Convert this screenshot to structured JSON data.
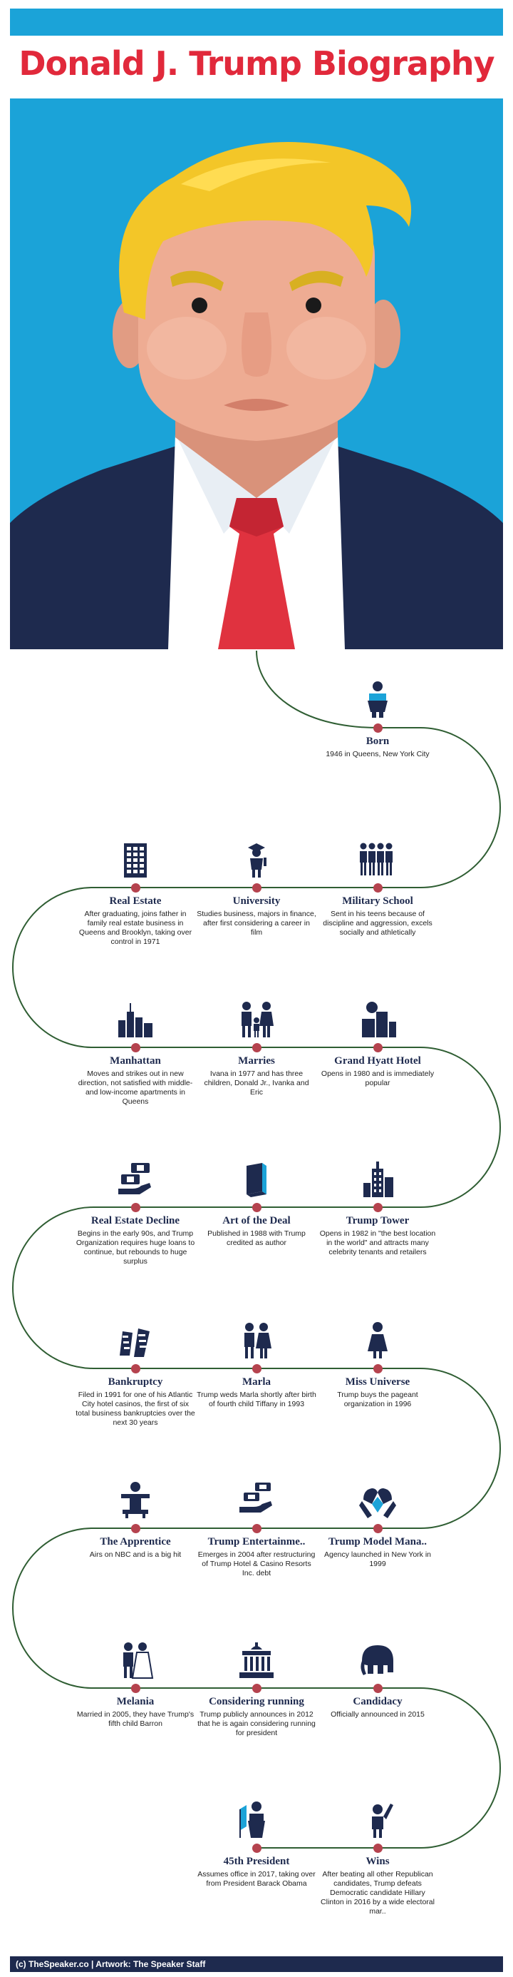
{
  "header": {
    "title": "Donald J. Trump Biography"
  },
  "colors": {
    "blue": "#1ba3d8",
    "red": "#e1293b",
    "navy": "#1e2a4e",
    "hair": "#f3c628",
    "skin": "#eeac93",
    "line": "#2f5e33",
    "dot": "#b5434e"
  },
  "events": [
    {
      "title": "Born",
      "desc": "1946 in Queens, New York City",
      "icon": "baby-icon"
    },
    {
      "title": "Real Estate",
      "desc": "After graduating, joins father in family real estate business in Queens and Brooklyn, taking over control in 1971",
      "icon": "building-icon"
    },
    {
      "title": "University",
      "desc": "Studies business, majors in finance, after first considering a career in film",
      "icon": "graduate-icon"
    },
    {
      "title": "Military School",
      "desc": "Sent in his teens because of discipline and aggression, excels socially and athletically",
      "icon": "soldiers-icon"
    },
    {
      "title": "Manhattan",
      "desc": "Moves and strikes out in new direction, not satisfied with middle- and low-income apartments in Queens",
      "icon": "skyline-icon"
    },
    {
      "title": "Marries",
      "desc": "Ivana in 1977 and has three children, Donald Jr., Ivanka and Eric",
      "icon": "family-icon"
    },
    {
      "title": "Grand Hyatt Hotel",
      "desc": "Opens in 1980 and is immediately popular",
      "icon": "hotel-icon"
    },
    {
      "title": "Real Estate Decline",
      "desc": "Begins in the early 90s, and Trump Organization requires huge loans to continue, but rebounds to huge surplus",
      "icon": "money-hand-icon"
    },
    {
      "title": "Art of the Deal",
      "desc": "Published in 1988 with Trump credited as author",
      "icon": "book-icon"
    },
    {
      "title": "Trump Tower",
      "desc": "Opens in 1982 in \"the best location in the world\" and attracts many celebrity tenants and retailers",
      "icon": "tower-icon"
    },
    {
      "title": "Bankruptcy",
      "desc": "Filed in 1991 for one of his Atlantic City hotel casinos, the first of six total business bankruptcies over the next 30 years",
      "icon": "collapse-icon"
    },
    {
      "title": "Marla",
      "desc": "Trump weds Marla shortly after birth of fourth child Tiffany in 1993",
      "icon": "couple-icon"
    },
    {
      "title": "Miss Universe",
      "desc": "Trump buys the pageant organization in 1996",
      "icon": "woman-icon"
    },
    {
      "title": "The Apprentice",
      "desc": "Airs on NBC and is a big hit",
      "icon": "presenter-icon"
    },
    {
      "title": "Trump Entertainme..",
      "desc": "Emerges in 2004 after restructuring of Trump Hotel & Casino Resorts Inc. debt",
      "icon": "casino-icon"
    },
    {
      "title": "Trump Model Mana..",
      "desc": "Agency launched in New York in 1999",
      "icon": "heart-hands-icon"
    },
    {
      "title": "Melania",
      "desc": "Married in 2005, they have Trump's fifth child Barron",
      "icon": "wedding-icon"
    },
    {
      "title": "Considering running",
      "desc": "Trump publicly announces in 2012 that he is again considering running for president",
      "icon": "capitol-icon"
    },
    {
      "title": "Candidacy",
      "desc": "Officially announced in 2015",
      "icon": "elephant-icon"
    },
    {
      "title": "45th President",
      "desc": "Assumes office in 2017, taking over from President Barack Obama",
      "icon": "podium-icon"
    },
    {
      "title": "Wins",
      "desc": "After beating all other Republican candidates, Trump defeats Democratic candidate Hillary Clinton in 2016 by a wide electoral mar..",
      "icon": "victory-icon"
    }
  ],
  "footer": {
    "credit": "(c) TheSpeaker.co | Artwork: The Speaker Staff"
  }
}
